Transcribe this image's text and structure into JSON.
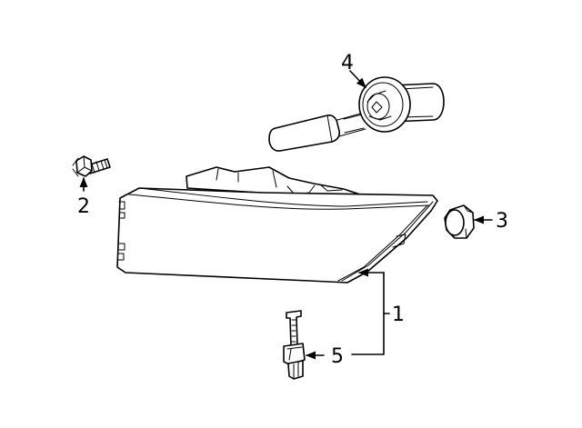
{
  "callouts": {
    "c1": "1",
    "c2": "2",
    "c3": "3",
    "c4": "4",
    "c5": "5"
  },
  "colors": {
    "ink": "#000000",
    "background": "#ffffff"
  }
}
